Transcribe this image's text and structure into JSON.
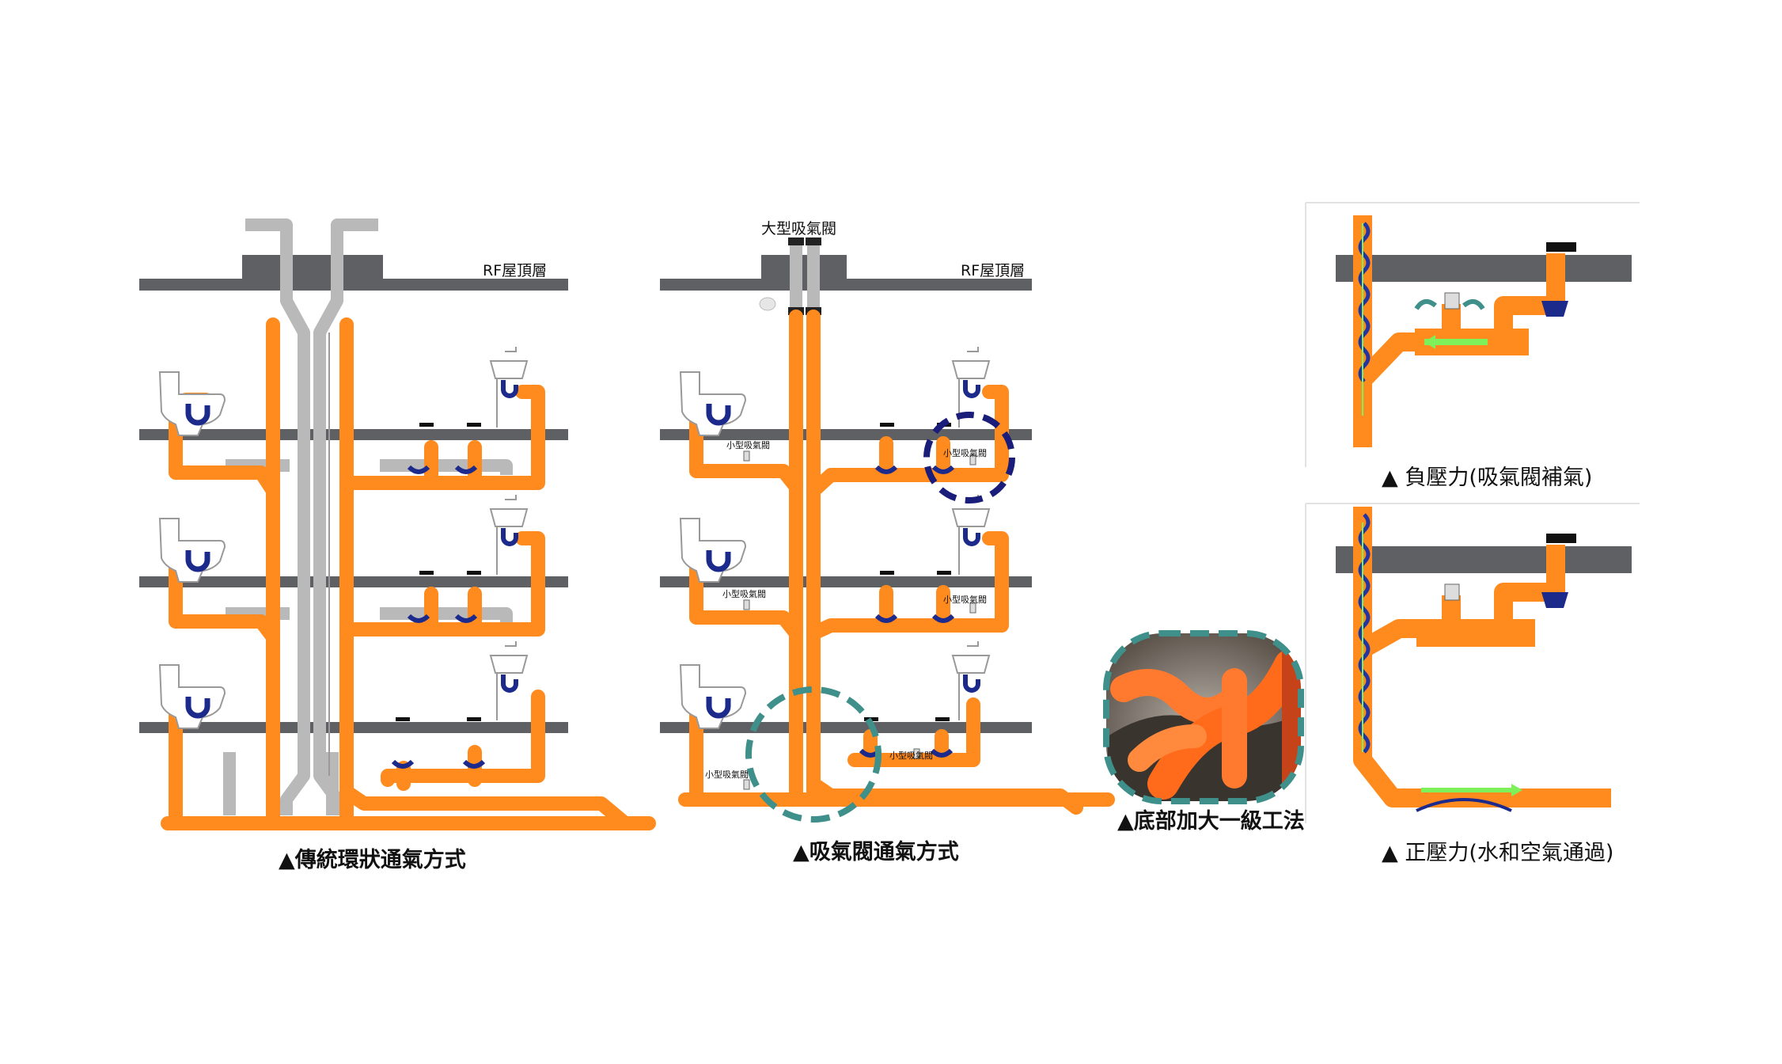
{
  "colors": {
    "pipe": "#ff8a1d",
    "vent_pipe": "#b9b9b9",
    "slab": "#5f6063",
    "trap_blue": "#1c2a8c",
    "circle_navy": "#1a1d7a",
    "circle_teal": "#3f8f8a",
    "arrow_green": "#7ef05a",
    "wave_blue": "#2235a0"
  },
  "icons": [
    "toilet-icon",
    "sink-icon",
    "air-admittance-valve-icon",
    "floor-drain-icon"
  ],
  "labels": {
    "rf_roof_1": "RF屋頂層",
    "rf_roof_2": "RF屋頂層",
    "large_valve": "大型吸氣閥",
    "small_valve": "小型吸氣閥"
  },
  "captions": {
    "traditional": "▲傳統環狀通氣方式",
    "valve": "▲吸氣閥通氣方式",
    "photo": "▲底部加大一級工法",
    "negative": "▲ 負壓力(吸氣閥補氣)",
    "positive": "▲ 正壓力(水和空氣通過)"
  }
}
